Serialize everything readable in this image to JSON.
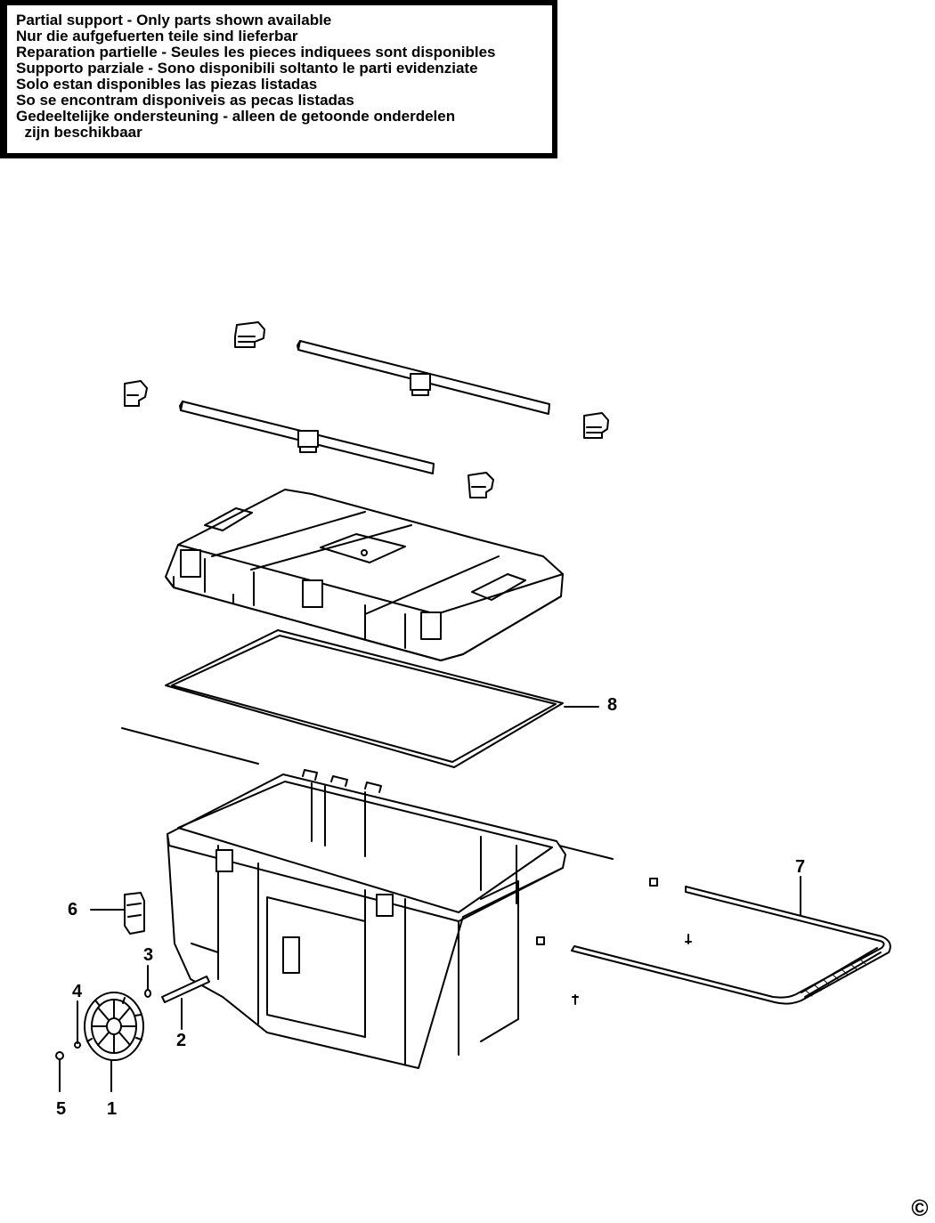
{
  "notice": {
    "lines": [
      "Partial support - Only parts shown available",
      "Nur die aufgefuerten teile sind lieferbar",
      "Reparation partielle - Seules les pieces indiquees sont disponibles",
      "Supporto parziale - Sono disponibili soltanto le parti evidenziate",
      "Solo estan disponibles las piezas listadas",
      "So se encontram disponiveis as pecas listadas",
      "Gedeeltelijke ondersteuning - alleen de getoonde onderdelen",
      "  zijn beschikbaar"
    ]
  },
  "callouts": {
    "part1": "1",
    "part2": "2",
    "part3": "3",
    "part4": "4",
    "part5": "5",
    "part6": "6",
    "part7": "7",
    "part8": "8"
  },
  "copyright": "©"
}
